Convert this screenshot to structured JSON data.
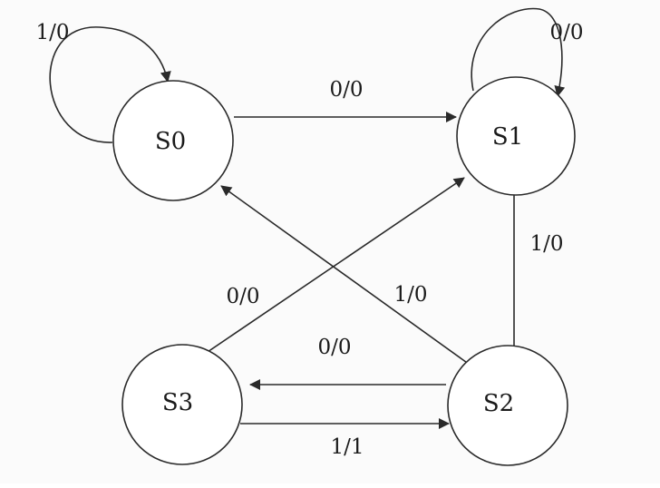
{
  "diagram": {
    "states": [
      {
        "id": "S0",
        "label": "S0"
      },
      {
        "id": "S1",
        "label": "S1"
      },
      {
        "id": "S2",
        "label": "S2"
      },
      {
        "id": "S3",
        "label": "S3"
      }
    ],
    "transitions": [
      {
        "from": "S0",
        "to": "S0",
        "label": "1/0"
      },
      {
        "from": "S0",
        "to": "S1",
        "label": "0/0"
      },
      {
        "from": "S1",
        "to": "S1",
        "label": "0/0"
      },
      {
        "from": "S1",
        "to": "S2",
        "label": "1/0"
      },
      {
        "from": "S2",
        "to": "S0",
        "label": "1/0"
      },
      {
        "from": "S3",
        "to": "S1",
        "label": "0/0"
      },
      {
        "from": "S2",
        "to": "S3",
        "label": "0/0"
      },
      {
        "from": "S3",
        "to": "S2",
        "label": "1/1"
      }
    ]
  }
}
